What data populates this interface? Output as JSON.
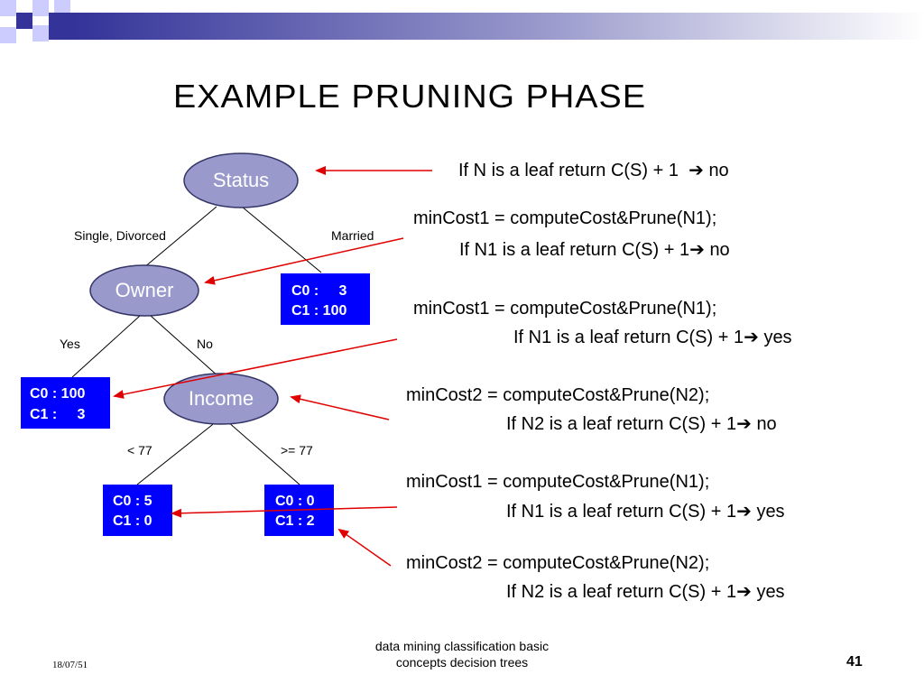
{
  "slide": {
    "title": "Example Pruning Phase",
    "footer_date": "18/07/51",
    "footer_line1": "data mining classification basic",
    "footer_line2": "concepts decision trees",
    "page_number": "41"
  },
  "colors": {
    "node_fill": "#9999cc",
    "node_stroke": "#333366",
    "leaf_fill": "#0000ff",
    "arrow": "#e00000",
    "header_blue": "#333399",
    "header_light": "#ccccff"
  },
  "tree": {
    "nodes": {
      "status": "Status",
      "owner": "Owner",
      "income": "Income"
    },
    "edges": {
      "single_divorced": "Single, Divorced",
      "married": "Married",
      "yes": "Yes",
      "no": "No",
      "lt77": "< 77",
      "ge77": ">= 77"
    },
    "leaves": {
      "married": [
        "C0 :     3",
        "C1 : 100"
      ],
      "yes": [
        "C0 : 100",
        "C1 :     3"
      ],
      "lt77": [
        "C0 : 5",
        "C1 : 0"
      ],
      "ge77": [
        "C0 : 0",
        "C1 : 2"
      ]
    }
  },
  "steps": [
    {
      "line1": "If N is a leaf return C(S) + 1",
      "result": "no"
    },
    {
      "line1": "minCost1 = computeCost&Prune(N1);",
      "line2": "If N1 is a leaf return C(S) + 1",
      "result": "no"
    },
    {
      "line1": "minCost1 = computeCost&Prune(N1);",
      "line2": "If N1 is a leaf return C(S) + 1",
      "result": "yes"
    },
    {
      "line1": "minCost2 = computeCost&Prune(N2);",
      "line2": "If N2 is a leaf return C(S) + 1",
      "result": "no"
    },
    {
      "line1": "minCost1 = computeCost&Prune(N1);",
      "line2": "If N1 is a leaf return C(S) + 1",
      "result": "yes"
    },
    {
      "line1": "minCost2 = computeCost&Prune(N2);",
      "line2": "If N2 is a leaf return C(S) + 1",
      "result": "yes"
    }
  ]
}
